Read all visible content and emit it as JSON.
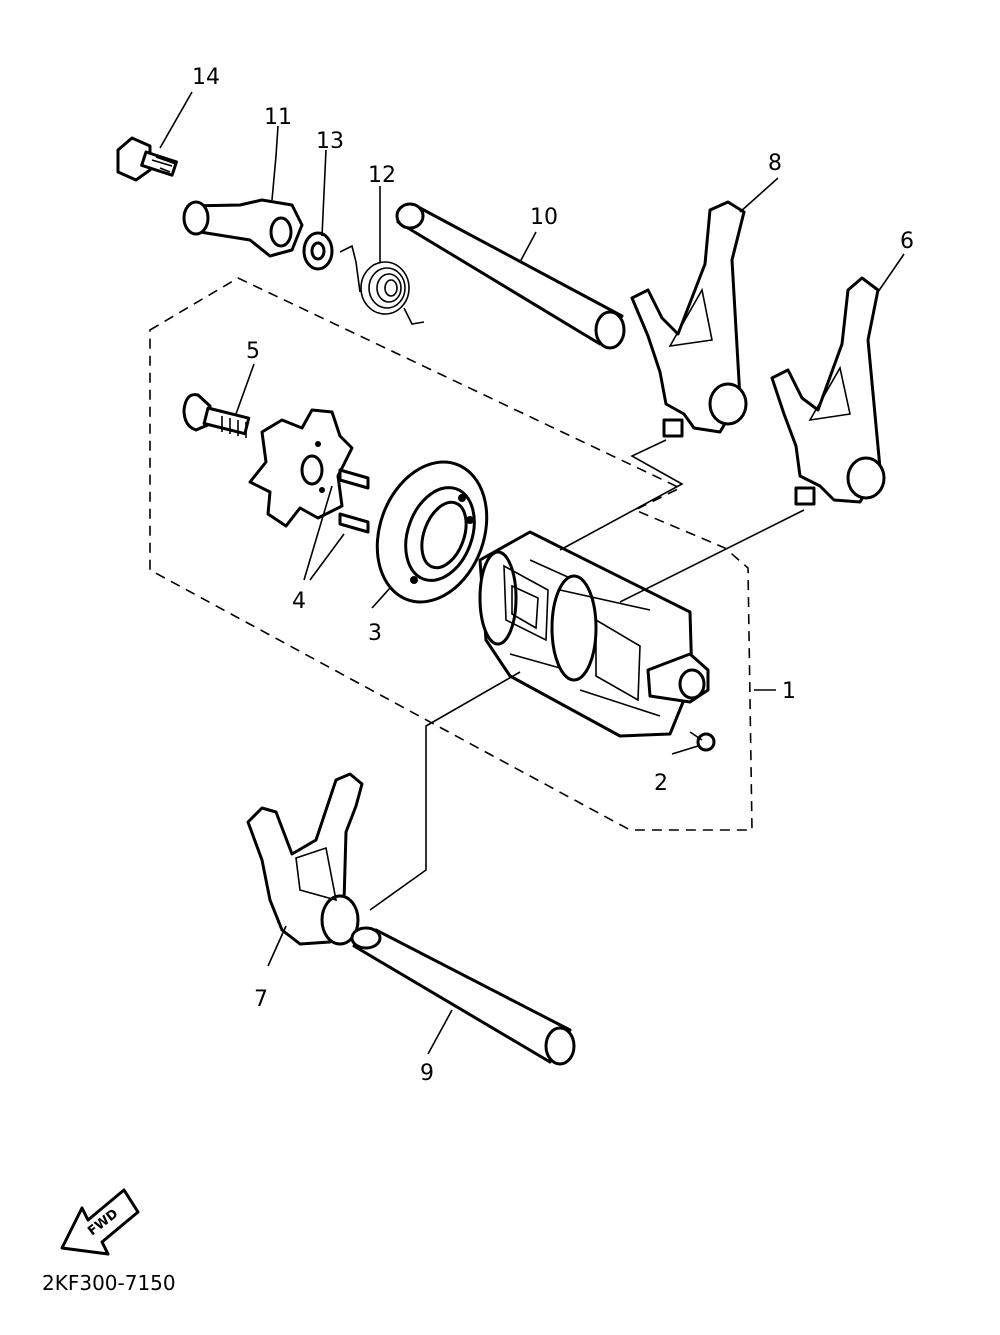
{
  "diagram": {
    "part_numbers": [
      "1",
      "2",
      "3",
      "4",
      "5",
      "6",
      "7",
      "8",
      "9",
      "10",
      "11",
      "12",
      "13",
      "14"
    ],
    "drawing_code": "2KF300-7150",
    "direction_badge": "FWD"
  }
}
